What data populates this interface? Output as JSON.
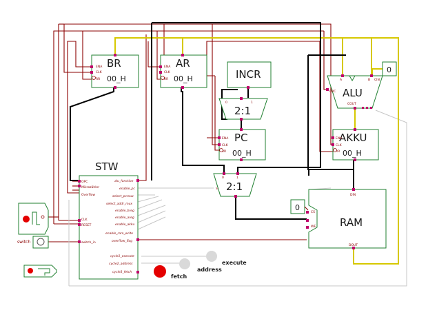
{
  "components": {
    "br": {
      "label": "BR",
      "value": "00_H",
      "pins": [
        "ENA",
        "CLK",
        "RR"
      ]
    },
    "ar": {
      "label": "AR",
      "value": "00_H",
      "pins": [
        "ENA",
        "CLK",
        "RR"
      ]
    },
    "incr": {
      "label": "INCR"
    },
    "mux_pc": {
      "label": "2:1",
      "in0": "0",
      "in1": "1"
    },
    "pc": {
      "label": "PC",
      "value": "00_H",
      "pins": [
        "ENA",
        "CLK",
        "RR"
      ]
    },
    "mux_addr": {
      "label": "2:1",
      "sel": "S",
      "in0": "0",
      "in1": "1"
    },
    "alu": {
      "label": "ALU",
      "pins": [
        "A",
        "B",
        "CIN",
        "COUT",
        "OPC"
      ]
    },
    "alu_const": {
      "value": "0"
    },
    "akku": {
      "label": "AKKU",
      "value": "00_H",
      "pins": [
        "ENA",
        "CLK",
        "RR"
      ]
    },
    "ram": {
      "label": "RAM",
      "pins": [
        "DIN",
        "DOUT",
        "CS",
        "WE"
      ]
    },
    "ram_const": {
      "value": "0"
    },
    "stw": {
      "label": "STW",
      "inputs": [
        "OPC",
        "Mikrozähler",
        "Overflow",
        "CLK",
        "RESET",
        "switch_in"
      ],
      "outputs": [
        "alu_function",
        "enable_pc",
        "select_pcmux",
        "select_addr_mux",
        "enable_breg",
        "enable_areg",
        "enable_akku",
        "enable_ram_write",
        "overflow_flag",
        "cycle1_execute",
        "cycle2_address",
        "cycle3_fetch"
      ]
    }
  },
  "io": {
    "switch_label": "switch",
    "leds": [
      {
        "label": "execute",
        "state": "off"
      },
      {
        "label": "address",
        "state": "off"
      },
      {
        "label": "fetch",
        "state": "on"
      }
    ]
  },
  "colors": {
    "dark_red_wire": "#8b0000",
    "yellow_bus": "#d6c800",
    "black_bus": "#000000",
    "component_border": "#1f7f2f",
    "led_on": "#e40000",
    "led_off": "#d9d9d9"
  }
}
